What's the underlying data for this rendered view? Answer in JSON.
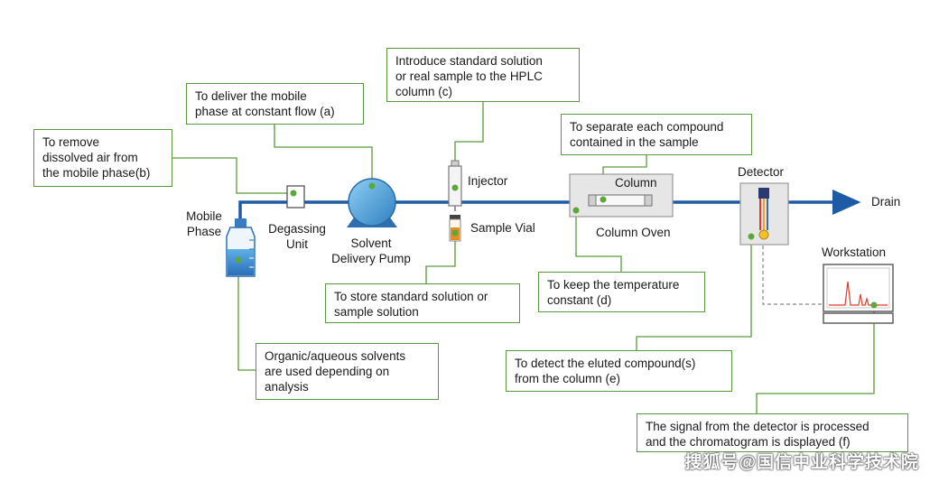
{
  "components": {
    "mobile_phase": "Mobile\nPhase",
    "degassing_unit": "Degassing\nUnit",
    "pump": "Solvent\nDelivery Pump",
    "injector": "Injector",
    "sample_vial": "Sample Vial",
    "column": "Column",
    "column_oven": "Column Oven",
    "detector": "Detector",
    "workstation": "Workstation",
    "drain": "Drain"
  },
  "callouts": {
    "degassing": "To remove\ndissolved air from\nthe mobile phase(b)",
    "pump": "To deliver the mobile\nphase at constant flow (a)",
    "injector": "Introduce standard solution\nor real sample to the HPLC\ncolumn (c)",
    "column": "To separate each compound\ncontained in the sample",
    "vial": "To store standard solution or\nsample solution",
    "oven": "To keep the temperature\nconstant (d)",
    "solvent": "Organic/aqueous solvents\nare used depending on\nanalysis",
    "detector": "To detect the eluted compound(s)\nfrom the column (e)",
    "workstation": "The signal from the detector is processed\nand the chromatogram is displayed (f)"
  },
  "watermark": "搜狐号@国信中业科学技术院",
  "colors": {
    "flow_line": "#1f5aa6",
    "callout_border": "#5a9a3a",
    "dot": "#5aa83a",
    "pump_blue": "#3b94d2"
  }
}
